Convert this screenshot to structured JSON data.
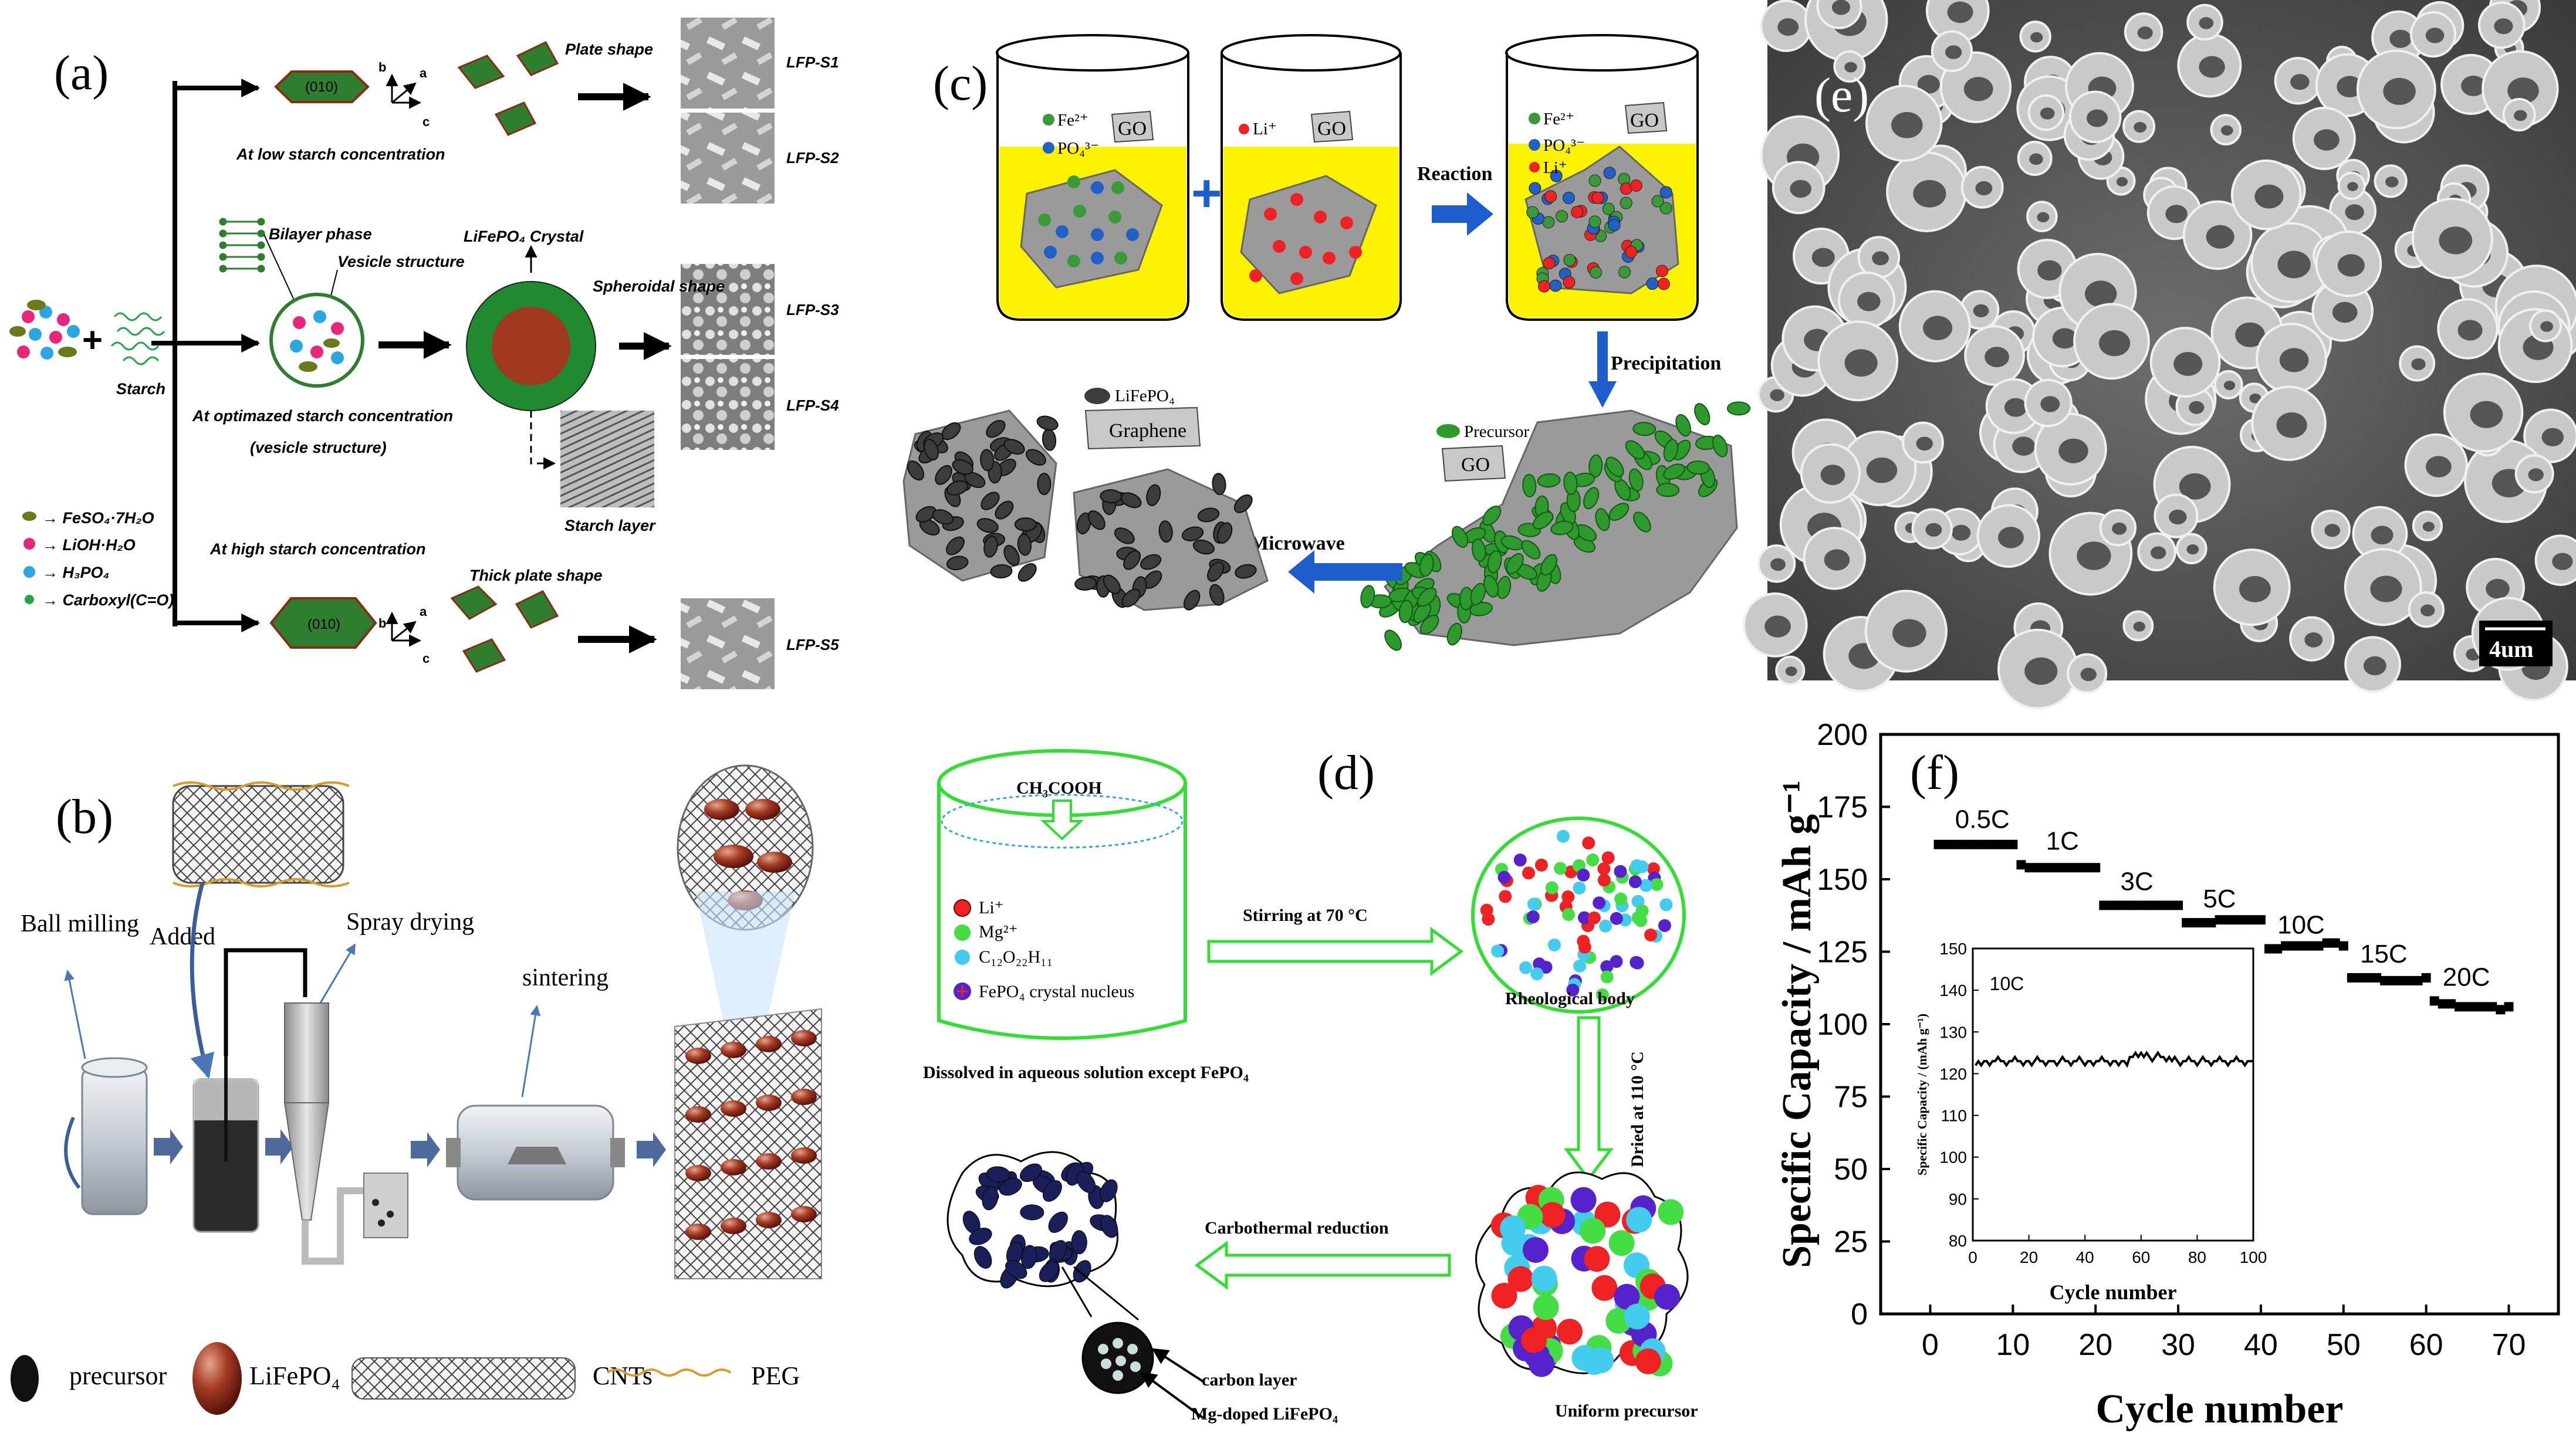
{
  "panels": {
    "a": {
      "label": "(a)",
      "reagents": [
        "FeSO₄·7H₂O",
        "LiOH·H₂O",
        "H₃PO₄",
        "Carboxyl(C=O)"
      ],
      "starch": "Starch",
      "crystal_face": "(010)",
      "axes": [
        "b",
        "a",
        "c"
      ],
      "low_label": "At low starch concentration",
      "plate_shape": "Plate shape",
      "bilayer": "Bilayer phase",
      "vesicle": "Vesicle structure",
      "crystal": "LiFePO₄ Crystal",
      "spheroidal": "Spheroidal shape",
      "opt_label_1": "At optimazed starch concentration",
      "opt_label_2": "(vesicle structure)",
      "starch_layer": "Starch layer",
      "high_label": "At high starch concentration",
      "thick_plate": "Thick plate shape",
      "samples": [
        "LFP-S1",
        "LFP-S2",
        "LFP-S3",
        "LFP-S4",
        "LFP-S5"
      ]
    },
    "b": {
      "label": "(b)",
      "ball_milling": "Ball milling",
      "added": "Added",
      "spray_drying": "Spray drying",
      "sintering": "sintering",
      "legend": [
        "precursor",
        "LiFePO₄",
        "CNTs",
        "PEG"
      ]
    },
    "c": {
      "label": "(c)",
      "fe": "Fe²⁺",
      "po4": "PO₄³⁻",
      "li": "Li⁺",
      "go": "GO",
      "reaction": "Reaction",
      "precipitation": "Precipitation",
      "microwave": "Microwave",
      "precursor": "Precursor",
      "lifepo4": "LiFePO₄",
      "graphene": "Graphene"
    },
    "d": {
      "label": "(d)",
      "ch3cooh": "CH₃COOH",
      "li": "Li⁺",
      "mg": "Mg²⁺",
      "sugar": "C₁₂O₂₂H₁₁",
      "fepo4_nucleus": "FePO₄ crystal nucleus",
      "dissolved": "Dissolved in aqueous solution except FePO₄",
      "stirring": "Stirring at 70 °C",
      "rheological": "Rheological body",
      "dried": "Dried at 110 °C",
      "uniform": "Uniform precursor",
      "carbothermal": "Carbothermal reduction",
      "carbon_layer": "carbon layer",
      "mg_doped": "Mg-doped LiFePO₄"
    },
    "e": {
      "label": "(e)",
      "scale_bar": "4um"
    },
    "f": {
      "label": "(f)"
    }
  },
  "chart_data": [
    {
      "type": "line",
      "xlabel": "Cycle number",
      "ylabel": "Specific Capacity / mAh g⁻¹",
      "xlim": [
        -6,
        76
      ],
      "ylim": [
        0,
        200
      ],
      "xticks": [
        0,
        10,
        20,
        30,
        40,
        50,
        60,
        70
      ],
      "yticks": [
        0,
        25,
        50,
        75,
        100,
        125,
        150,
        175,
        200
      ],
      "segments": [
        {
          "name": "0.5C",
          "x_start": 1,
          "x_end": 10,
          "values": [
            162,
            162,
            162,
            162,
            162,
            162,
            162,
            162,
            162,
            162
          ]
        },
        {
          "name": "1C",
          "x_start": 11,
          "x_end": 20,
          "values": [
            155,
            154,
            154,
            154,
            154,
            154,
            154,
            154,
            154,
            154
          ]
        },
        {
          "name": "3C",
          "x_start": 21,
          "x_end": 30,
          "values": [
            141,
            141,
            141,
            141,
            141,
            141,
            141,
            141,
            141,
            141
          ]
        },
        {
          "name": "5C",
          "x_start": 31,
          "x_end": 40,
          "values": [
            135,
            135,
            135,
            135,
            136,
            136,
            136,
            136,
            136,
            136
          ]
        },
        {
          "name": "10C",
          "x_start": 41,
          "x_end": 50,
          "values": [
            126,
            126,
            127,
            127,
            127,
            127,
            127,
            128,
            128,
            127
          ]
        },
        {
          "name": "15C",
          "x_start": 51,
          "x_end": 60,
          "values": [
            116,
            116,
            116,
            116,
            115,
            115,
            115,
            115,
            115,
            116
          ]
        },
        {
          "name": "20C",
          "x_start": 61,
          "x_end": 70,
          "values": [
            108,
            107,
            107,
            106,
            106,
            106,
            106,
            106,
            105,
            106
          ]
        }
      ]
    },
    {
      "type": "line",
      "xlabel": "Cycle number",
      "ylabel": "Specific Capacity / (mAh g⁻¹)",
      "xlim": [
        0,
        100
      ],
      "ylim": [
        80,
        150
      ],
      "xticks": [
        0,
        20,
        40,
        60,
        80,
        100
      ],
      "yticks": [
        80,
        90,
        100,
        110,
        120,
        130,
        140,
        150
      ],
      "series": [
        {
          "name": "10C",
          "x_start": 1,
          "x_end": 100,
          "values": [
            122,
            123,
            122,
            123,
            123,
            122,
            123,
            123,
            124,
            123,
            123,
            122,
            123,
            123,
            124,
            123,
            123,
            122,
            123,
            123,
            122,
            123,
            124,
            123,
            123,
            122,
            123,
            123,
            123,
            122,
            123,
            124,
            123,
            123,
            122,
            123,
            123,
            124,
            123,
            122,
            123,
            123,
            122,
            123,
            123,
            124,
            123,
            123,
            122,
            123,
            123,
            122,
            123,
            123,
            122,
            124,
            124,
            125,
            124,
            125,
            124,
            125,
            124,
            123,
            124,
            125,
            124,
            124,
            123,
            124,
            123,
            124,
            123,
            122,
            123,
            123,
            124,
            123,
            123,
            122,
            123,
            124,
            123,
            123,
            122,
            123,
            123,
            124,
            123,
            123,
            122,
            123,
            123,
            124,
            123,
            123,
            122,
            123,
            123,
            123
          ]
        }
      ]
    }
  ]
}
